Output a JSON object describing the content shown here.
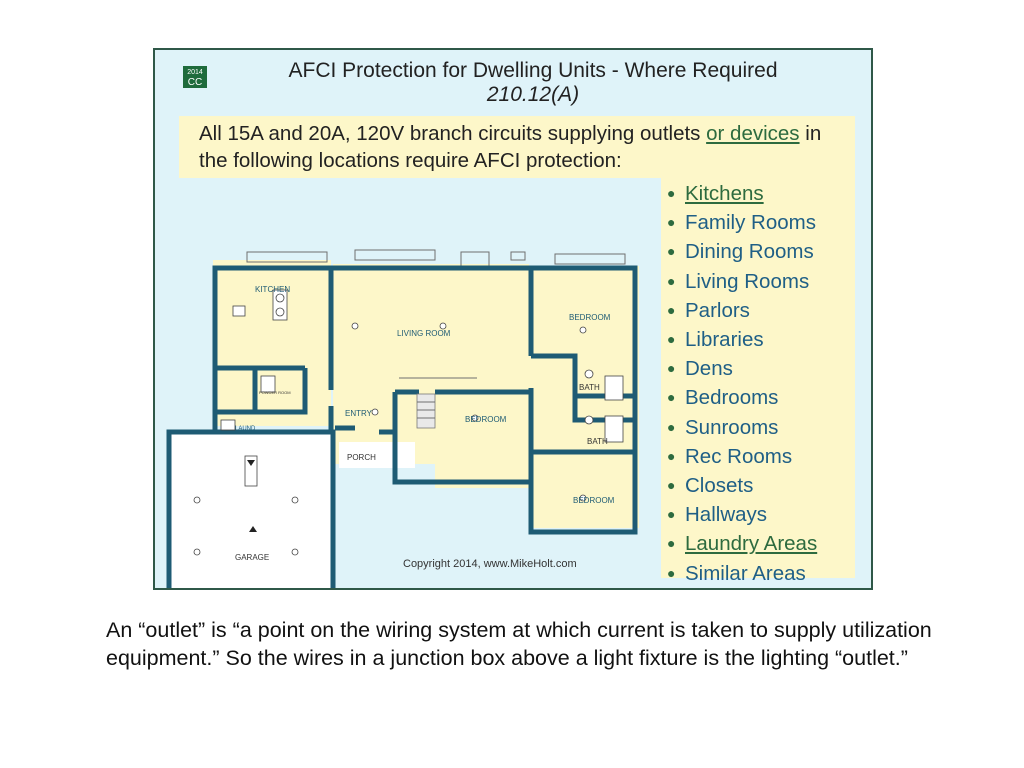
{
  "figure": {
    "badge_year": "2014",
    "badge_code": "CC",
    "title": "AFCI Protection for Dwelling Units - Where Required",
    "subtitle": "210.12(A)",
    "intro_before": "All 15A and 20A, 120V branch circuits supplying outlets ",
    "intro_link": "or devices",
    "intro_after": " in the following locations require AFCI protection:",
    "copyright": "Copyright 2014, www.MikeHolt.com",
    "locations": [
      "Kitchens",
      "Family Rooms",
      "Dining Rooms",
      "Living Rooms",
      "Parlors",
      "Libraries",
      "Dens",
      "Bedrooms",
      "Sunrooms",
      "Rec Rooms",
      "Closets",
      "Hallways",
      "Laundry Areas",
      "Similar Areas"
    ],
    "room_labels": {
      "kitchen": "KITCHEN",
      "living_room": "LIVING ROOM",
      "bedroom_ne": "BEDROOM",
      "bath_upper": "BATH",
      "bath_lower": "BATH",
      "bedroom_center": "BEDROOM",
      "bedroom_se": "BEDROOM",
      "entry": "ENTRY",
      "laundry": "LAUND",
      "powder_room": "POWDER ROOM",
      "porch": "PORCH",
      "garage": "GARAGE"
    },
    "colors": {
      "frame_bg": "#dff3f9",
      "highlight_bg": "#fdf7c9",
      "wall": "#1e5b74",
      "list_text": "#1f5f86",
      "link_green": "#2d6b3f"
    }
  },
  "caption": "An “outlet” is “a point on the wiring system at which current is taken to supply utilization equipment.”  So the wires in a junction box above a light fixture is the lighting “outlet.”"
}
